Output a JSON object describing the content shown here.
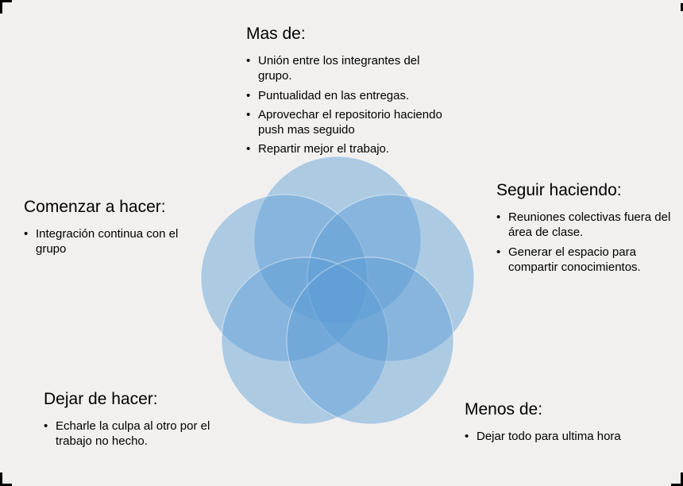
{
  "background_color": "#f1f0ef",
  "glyphs": {
    "bullet": "•"
  },
  "diagram": {
    "type": "venn-flower-5-circles",
    "circle_fill": "#5b9bd5",
    "circle_stroke": "#ffffff"
  },
  "sections": {
    "top": {
      "title": "Mas de:",
      "items": [
        "Unión entre los integrantes del grupo.",
        "Puntualidad en las entregas.",
        "Aprovechar el repositorio haciendo push mas seguido",
        "Repartir mejor el trabajo."
      ]
    },
    "right": {
      "title": "Seguir haciendo:",
      "items": [
        "Reuniones colectivas fuera del área de clase.",
        "Generar el espacio para compartir conocimientos."
      ]
    },
    "left": {
      "title": "Comenzar a hacer:",
      "items": [
        "Integración continua con el grupo"
      ]
    },
    "bottom_left": {
      "title": "Dejar de hacer:",
      "items": [
        "Echarle la culpa al otro por el trabajo no hecho."
      ]
    },
    "bottom_right": {
      "title": "Menos de:",
      "items": [
        "Dejar todo para ultima hora"
      ]
    }
  }
}
